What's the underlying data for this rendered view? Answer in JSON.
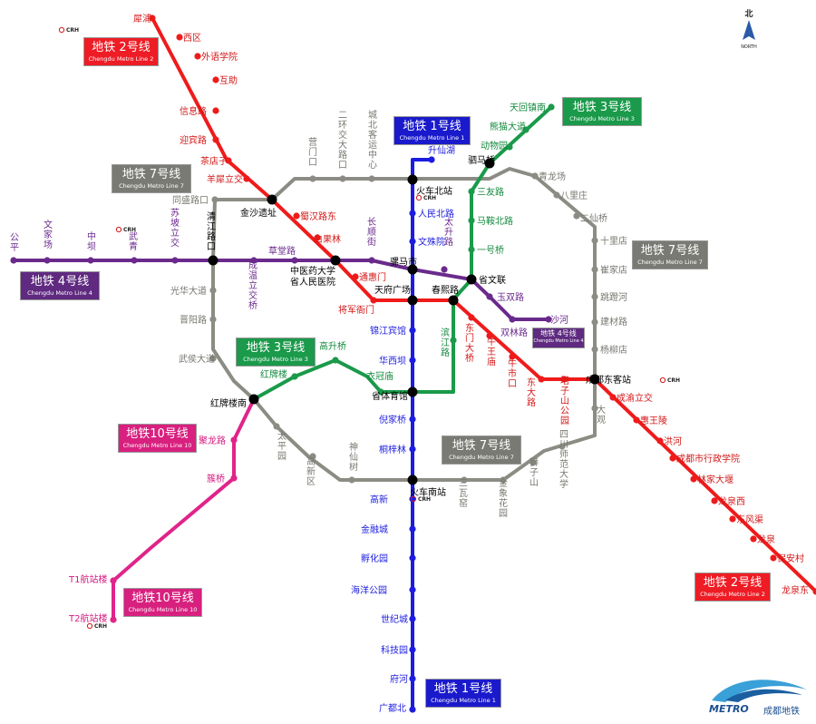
{
  "colors": {
    "line1": "#1c1ce0",
    "line2": "#ef1b1b",
    "line3": "#1a9a4a",
    "line4": "#6a2a8c",
    "line7": "#8c8c84",
    "line10": "#e0248a",
    "text_l1": "#1c1ce0",
    "text_l2": "#d31818",
    "text_l3": "#138a3e",
    "text_l4": "#6a2a8c",
    "text_l7": "#777770",
    "text_l10": "#d51a80",
    "interchange": "#000000"
  },
  "north": {
    "label": "北",
    "sub": "NORTH"
  },
  "crh_label": "CRH",
  "badges": {
    "l2_top": {
      "cn": "地铁 2号线",
      "en": "Chengdu Metro Line 2"
    },
    "l2_bot": {
      "cn": "地铁 2号线",
      "en": "Chengdu Metro Line 2"
    },
    "l1_top": {
      "cn": "地铁 1号线",
      "en": "Chengdu Metro Line 1"
    },
    "l1_bot": {
      "cn": "地铁 1号线",
      "en": "Chengdu Metro Line 1"
    },
    "l3_top": {
      "cn": "地铁 3号线",
      "en": "Chengdu Metro Line 3"
    },
    "l3_mid": {
      "cn": "地铁 3号线",
      "en": "Chengdu Metro Line 3"
    },
    "l4_left": {
      "cn": "地铁 4号线",
      "en": "Chengdu Metro Line 4"
    },
    "l4_right": {
      "cn": "地铁 4号线",
      "en": "Chengdu Metro Line 4"
    },
    "l7_left": {
      "cn": "地铁 7号线",
      "en": "Chengdu Metro Line 7"
    },
    "l7_right": {
      "cn": "地铁 7号线",
      "en": "Chengdu Metro Line 7"
    },
    "l7_bot": {
      "cn": "地铁 7号线",
      "en": "Chengdu Metro Line 7"
    },
    "l10_top": {
      "cn": "地铁10号线",
      "en": "Chengdu Metro Line 10"
    },
    "l10_bot": {
      "cn": "地铁10号线",
      "en": "Chengdu Metro Line 10"
    }
  },
  "logo": {
    "text": "METRO",
    "cn": "成都地铁"
  },
  "stations": [
    {
      "name": "犀浦",
      "line": "l2",
      "vertical": false
    },
    {
      "name": "西区",
      "line": "l2",
      "vertical": false
    },
    {
      "name": "外语学院",
      "line": "l2",
      "vertical": false
    },
    {
      "name": "互助",
      "line": "l2",
      "vertical": false
    },
    {
      "name": "信息路",
      "line": "l2",
      "vertical": false
    },
    {
      "name": "迎宾路",
      "line": "l2",
      "vertical": false
    },
    {
      "name": "茶店子",
      "line": "l2",
      "vertical": false
    },
    {
      "name": "羊犀立交",
      "line": "l2",
      "vertical": false
    },
    {
      "name": "金沙遗址",
      "line": "x",
      "vertical": false
    },
    {
      "name": "蜀汉路东",
      "line": "l2",
      "vertical": false
    },
    {
      "name": "白果林",
      "line": "l2",
      "vertical": false
    },
    {
      "name": "中医药大学",
      "line": "x",
      "vertical": false
    },
    {
      "name": "省人民医院",
      "line": "x",
      "vertical": false
    },
    {
      "name": "通惠门",
      "line": "l2",
      "vertical": false
    },
    {
      "name": "将军衙门",
      "line": "l2",
      "vertical": false
    },
    {
      "name": "天府广场",
      "line": "x",
      "vertical": false
    },
    {
      "name": "春熙路",
      "line": "x",
      "vertical": false
    },
    {
      "name": "东门大桥",
      "line": "l2",
      "vertical": true
    },
    {
      "name": "牛王庙",
      "line": "l2",
      "vertical": true
    },
    {
      "name": "牛市口",
      "line": "l2",
      "vertical": true
    },
    {
      "name": "东大路",
      "line": "l2",
      "vertical": true
    },
    {
      "name": "塔子山公园",
      "line": "l2",
      "vertical": true
    },
    {
      "name": "成都东客站",
      "line": "x",
      "vertical": false
    },
    {
      "name": "成渝立交",
      "line": "l2",
      "vertical": false
    },
    {
      "name": "惠王陵",
      "line": "l2",
      "vertical": false
    },
    {
      "name": "洪河",
      "line": "l2",
      "vertical": false
    },
    {
      "name": "成都市行政学院",
      "line": "l2",
      "vertical": false
    },
    {
      "name": "林家大堰",
      "line": "l2",
      "vertical": false
    },
    {
      "name": "龙泉西",
      "line": "l2",
      "vertical": false
    },
    {
      "name": "东风渠",
      "line": "l2",
      "vertical": false
    },
    {
      "name": "龙泉",
      "line": "l2",
      "vertical": false
    },
    {
      "name": "保安村",
      "line": "l2",
      "vertical": false
    },
    {
      "name": "龙泉东",
      "line": "l2",
      "vertical": false
    },
    {
      "name": "升仙湖",
      "line": "l1",
      "vertical": false
    },
    {
      "name": "火车北站",
      "line": "x",
      "vertical": false
    },
    {
      "name": "人民北路",
      "line": "l1",
      "vertical": false
    },
    {
      "name": "文殊院",
      "line": "l1",
      "vertical": false
    },
    {
      "name": "骡马市",
      "line": "x",
      "vertical": false
    },
    {
      "name": "锦江宾馆",
      "line": "l1",
      "vertical": false
    },
    {
      "name": "华西坝",
      "line": "l1",
      "vertical": false
    },
    {
      "name": "省体育馆",
      "line": "x",
      "vertical": false
    },
    {
      "name": "倪家桥",
      "line": "l1",
      "vertical": false
    },
    {
      "name": "桐梓林",
      "line": "l1",
      "vertical": false
    },
    {
      "name": "火车南站",
      "line": "x",
      "vertical": false
    },
    {
      "name": "高新",
      "line": "l1",
      "vertical": false
    },
    {
      "name": "金融城",
      "line": "l1",
      "vertical": false
    },
    {
      "name": "孵化园",
      "line": "l1",
      "vertical": false
    },
    {
      "name": "海洋公园",
      "line": "l1",
      "vertical": false
    },
    {
      "name": "世纪城",
      "line": "l1",
      "vertical": false
    },
    {
      "name": "科技园",
      "line": "l1",
      "vertical": false
    },
    {
      "name": "府河",
      "line": "l1",
      "vertical": false
    },
    {
      "name": "广都北",
      "line": "l1",
      "vertical": false
    },
    {
      "name": "天回镇南",
      "line": "l3",
      "vertical": false
    },
    {
      "name": "熊猫大道",
      "line": "l3",
      "vertical": false
    },
    {
      "name": "动物园",
      "line": "l3",
      "vertical": false
    },
    {
      "name": "驷马桥",
      "line": "x",
      "vertical": false
    },
    {
      "name": "三友路",
      "line": "l3",
      "vertical": false
    },
    {
      "name": "马鞍北路",
      "line": "l3",
      "vertical": false
    },
    {
      "name": "一号桥",
      "line": "l3",
      "vertical": false
    },
    {
      "name": "省文联",
      "line": "x",
      "vertical": false
    },
    {
      "name": "滨江路",
      "line": "l3",
      "vertical": true
    },
    {
      "name": "衣冠庙",
      "line": "l3",
      "vertical": false
    },
    {
      "name": "高升桥",
      "line": "l3",
      "vertical": false
    },
    {
      "name": "红牌楼",
      "line": "l3",
      "vertical": false
    },
    {
      "name": "红牌楼南",
      "line": "x",
      "vertical": false
    },
    {
      "name": "公平",
      "line": "l4",
      "vertical": true
    },
    {
      "name": "文家场",
      "line": "l4",
      "vertical": true
    },
    {
      "name": "中坝",
      "line": "l4",
      "vertical": true
    },
    {
      "name": "武青",
      "line": "l4",
      "vertical": true
    },
    {
      "name": "苏坡立交",
      "line": "l4",
      "vertical": true
    },
    {
      "name": "清江路口",
      "line": "x",
      "vertical": true
    },
    {
      "name": "草堂路",
      "line": "l4",
      "vertical": false
    },
    {
      "name": "成温立交桥",
      "line": "l4",
      "vertical": true
    },
    {
      "name": "长顺街",
      "line": "l4",
      "vertical": true
    },
    {
      "name": "太升路",
      "line": "l4",
      "vertical": true
    },
    {
      "name": "玉双路",
      "line": "l4",
      "vertical": false
    },
    {
      "name": "双林路",
      "line": "l4",
      "vertical": false
    },
    {
      "name": "沙河",
      "line": "l4",
      "vertical": false
    },
    {
      "name": "同盛路口",
      "line": "l7",
      "vertical": false
    },
    {
      "name": "营门口",
      "line": "l7",
      "vertical": true
    },
    {
      "name": "二环交大路口",
      "line": "l7",
      "vertical": true
    },
    {
      "name": "城北客运中心",
      "line": "l7",
      "vertical": true
    },
    {
      "name": "青龙场",
      "line": "l7",
      "vertical": false
    },
    {
      "name": "八里庄",
      "line": "l7",
      "vertical": false
    },
    {
      "name": "二仙桥",
      "line": "l7",
      "vertical": false
    },
    {
      "name": "十里店",
      "line": "l7",
      "vertical": false
    },
    {
      "name": "崔家店",
      "line": "l7",
      "vertical": false
    },
    {
      "name": "跳蹬河",
      "line": "l7",
      "vertical": false
    },
    {
      "name": "建材路",
      "line": "l7",
      "vertical": false
    },
    {
      "name": "杨柳店",
      "line": "l7",
      "vertical": false
    },
    {
      "name": "大观",
      "line": "l7",
      "vertical": true
    },
    {
      "name": "四川师范大学",
      "line": "l7",
      "vertical": true
    },
    {
      "name": "狮子山",
      "line": "l7",
      "vertical": true
    },
    {
      "name": "金象花园",
      "line": "l7",
      "vertical": true
    },
    {
      "name": "三瓦窑",
      "line": "l7",
      "vertical": true
    },
    {
      "name": "神仙树",
      "line": "l7",
      "vertical": true
    },
    {
      "name": "高新区",
      "line": "l7",
      "vertical": true
    },
    {
      "name": "太平园",
      "line": "l7",
      "vertical": true
    },
    {
      "name": "武侯大道",
      "line": "l7",
      "vertical": false
    },
    {
      "name": "晋阳路",
      "line": "l7",
      "vertical": false
    },
    {
      "name": "光华大道",
      "line": "l7",
      "vertical": false
    },
    {
      "name": "聚龙路",
      "line": "l10",
      "vertical": false
    },
    {
      "name": "簇桥",
      "line": "l10",
      "vertical": false
    },
    {
      "name": "T1航站楼",
      "line": "l10",
      "vertical": false
    },
    {
      "name": "T2航站楼",
      "line": "l10",
      "vertical": false
    }
  ]
}
